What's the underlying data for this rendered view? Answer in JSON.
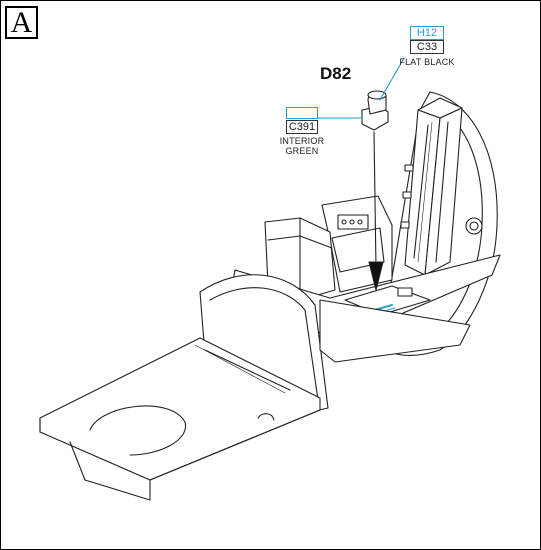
{
  "step": {
    "letter": "A"
  },
  "part": {
    "number": "D82"
  },
  "paint_upper": {
    "code_h": "H12",
    "code_c": "C33",
    "name": "FLAT BLACK"
  },
  "paint_lower": {
    "code_top": "",
    "code_c": "C391",
    "name_line1": "INTERIOR",
    "name_line2": "GREEN"
  },
  "colors": {
    "callout_blue": "#2aa0c8",
    "line": "#222222"
  }
}
